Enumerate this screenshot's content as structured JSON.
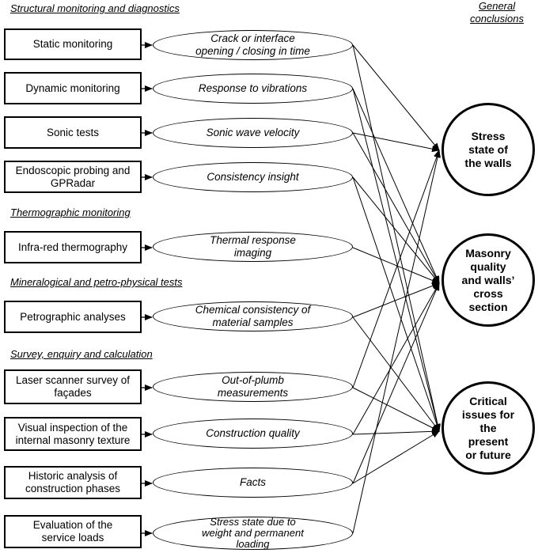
{
  "sections": [
    "Structural monitoring and diagnostics",
    "Thermographic monitoring",
    "Mineralogical and petro-physical tests",
    "Survey, enquiry and calculation"
  ],
  "conclusions_header": "General\nconclusions",
  "methods": [
    "Static monitoring",
    "Dynamic monitoring",
    "Sonic tests",
    "Endoscopic probing and\nGPRadar",
    "Infra-red thermography",
    "Petrographic analyses",
    "Laser scanner survey of\nfaçades",
    "Visual inspection of the\ninternal masonry texture",
    "Historic analysis of\nconstruction phases",
    "Evaluation of the\nservice loads"
  ],
  "results": [
    "Crack or interface\nopening / closing in time",
    "Response to vibrations",
    "Sonic wave velocity",
    "Consistency insight",
    "Thermal response\nimaging",
    "Chemical consistency of\nmaterial samples",
    "Out-of-plumb\nmeasurements",
    "Construction quality",
    "Facts",
    "Stress state due to\nweight and permanent\nloading"
  ],
  "outcomes": [
    "Stress\nstate of\nthe walls",
    "Masonry\nquality\nand walls’\ncross\nsection",
    "Critical\nissues for\nthe\npresent\nor future"
  ],
  "connections": [
    [
      0,
      0
    ],
    [
      0,
      2
    ],
    [
      1,
      1
    ],
    [
      1,
      2
    ],
    [
      2,
      0
    ],
    [
      2,
      1
    ],
    [
      3,
      1
    ],
    [
      3,
      2
    ],
    [
      4,
      1
    ],
    [
      5,
      1
    ],
    [
      5,
      2
    ],
    [
      6,
      0
    ],
    [
      6,
      2
    ],
    [
      7,
      1
    ],
    [
      7,
      2
    ],
    [
      8,
      1
    ],
    [
      8,
      2
    ],
    [
      9,
      0
    ]
  ]
}
